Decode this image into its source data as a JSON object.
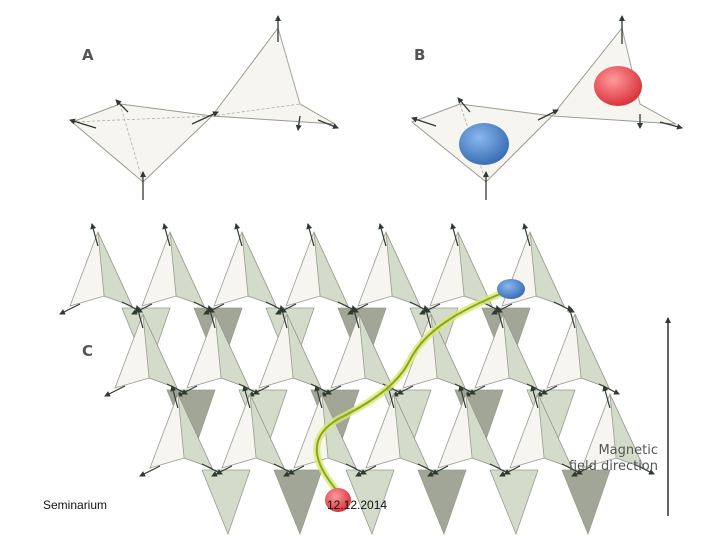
{
  "panels": {
    "a": "A",
    "b": "B",
    "c": "C"
  },
  "field_label": {
    "line1": "Magnetic",
    "line2": "field direction"
  },
  "footer": {
    "left": "Seminarium",
    "right": "12.12.2014"
  },
  "colors": {
    "light_face": "#f6f5ef",
    "pale_green": "#d3dccb",
    "dark_shade": "#a1a697",
    "edge": "#9a9a90",
    "spin": "#2f3a33",
    "monopole_red": "#e8585e",
    "monopole_blue": "#4f86c9",
    "string": "#b4cc2e"
  }
}
